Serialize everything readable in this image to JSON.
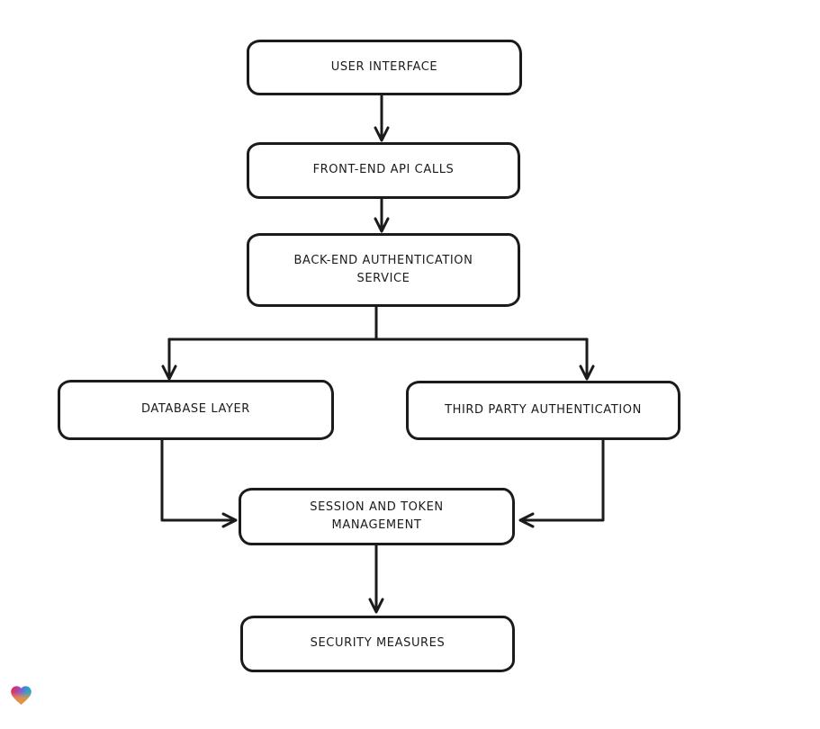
{
  "diagram": {
    "type": "flowchart",
    "style": "hand-drawn",
    "colors": {
      "background": "#ffffff",
      "stroke": "#1b1b1b",
      "node_fill": "#ffffff"
    },
    "nodes": [
      {
        "id": "user-interface",
        "label": "USER INTERFACE"
      },
      {
        "id": "front-end-api-calls",
        "label": "FRONT-END API CALLS"
      },
      {
        "id": "back-end-auth-service",
        "label": "BACK-END AUTHENTICATION SERVICE"
      },
      {
        "id": "database-layer",
        "label": "DATABASE LAYER"
      },
      {
        "id": "third-party-authentication",
        "label": "THIRD PARTY AUTHENTICATION"
      },
      {
        "id": "session-token-management",
        "label": "SESSION AND TOKEN MANAGEMENT"
      },
      {
        "id": "security-measures",
        "label": "SECURITY MEASURES"
      }
    ],
    "edges": [
      {
        "from": "user-interface",
        "to": "front-end-api-calls"
      },
      {
        "from": "front-end-api-calls",
        "to": "back-end-auth-service"
      },
      {
        "from": "back-end-auth-service",
        "to": "database-layer"
      },
      {
        "from": "back-end-auth-service",
        "to": "third-party-authentication"
      },
      {
        "from": "database-layer",
        "to": "session-token-management"
      },
      {
        "from": "third-party-authentication",
        "to": "session-token-management"
      },
      {
        "from": "session-token-management",
        "to": "security-measures"
      }
    ]
  },
  "badge": {
    "name": "heart-logo",
    "gradient_colors": [
      "#ee2b2b",
      "#9b4dcc",
      "#2f9fd0",
      "#f79432"
    ]
  }
}
